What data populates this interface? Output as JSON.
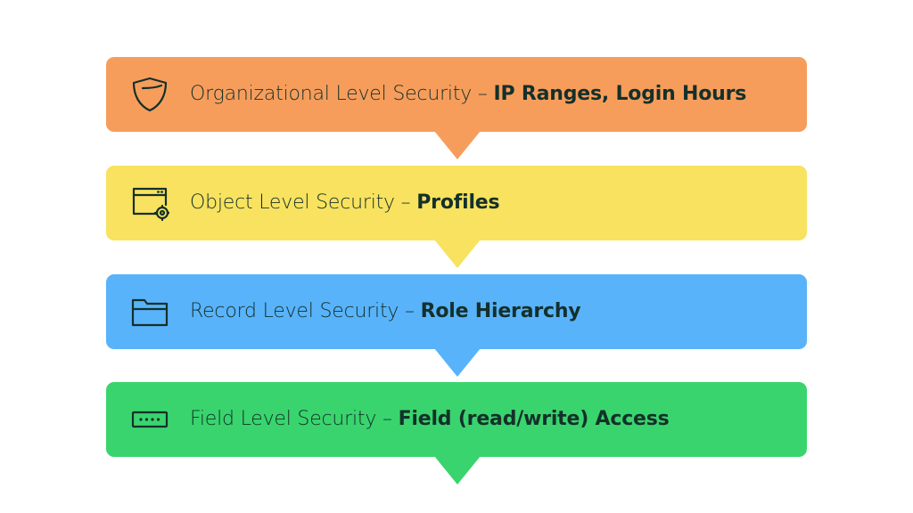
{
  "tiers": [
    {
      "label": "Organizational Level Security",
      "separator": " – ",
      "detail": "IP Ranges, Login Hours",
      "icon": "shield-icon",
      "color": "#f79d5c"
    },
    {
      "label": "Object Level Security",
      "separator": " – ",
      "detail": "Profiles",
      "icon": "window-gear-icon",
      "color": "#f8e25f"
    },
    {
      "label": "Record Level Security",
      "separator": " – ",
      "detail": "Role Hierarchy",
      "icon": "folder-icon",
      "color": "#58b3fb"
    },
    {
      "label": "Field Level Security",
      "separator": " – ",
      "detail": "Field (read/write) Access",
      "icon": "password-field-icon",
      "color": "#39d46d"
    }
  ]
}
